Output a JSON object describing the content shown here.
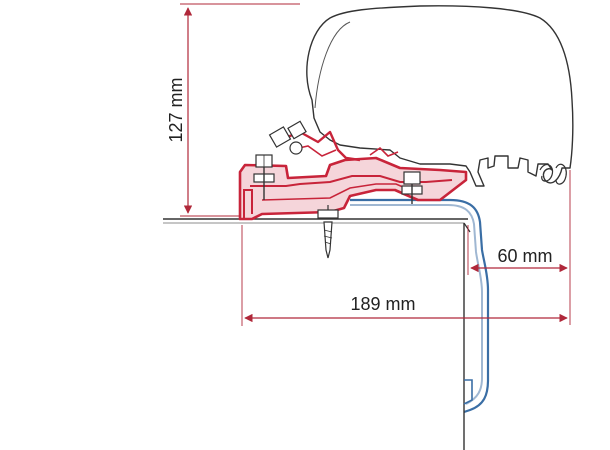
{
  "dimensions": {
    "height_label": "127 mm",
    "overhang_label": "60 mm",
    "width_label": "189 mm"
  },
  "colors": {
    "bracket": "#c8243a",
    "dimension_line": "#b0283a",
    "awning_outline": "#333333",
    "vehicle_wall": "#3a6ea5",
    "vehicle_wall_light": "#9fb7d2",
    "roof_line": "#333333"
  }
}
